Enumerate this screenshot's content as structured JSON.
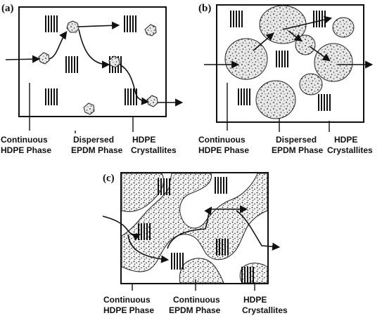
{
  "panels": {
    "a": {
      "tag": "(a)",
      "labels": {
        "continuous_line1": "Continuous",
        "continuous_line2": "HDPE Phase",
        "dispersed_line1": "Dispersed",
        "dispersed_line2": "EPDM Phase",
        "crystallites_line1": "HDPE",
        "crystallites_line2": "Crystallites"
      }
    },
    "b": {
      "tag": "(b)",
      "labels": {
        "continuous_line1": "Continuous",
        "continuous_line2": "HDPE Phase",
        "dispersed_line1": "Dispersed",
        "dispersed_line2": "EPDM Phase",
        "crystallites_line1": "HDPE",
        "crystallites_line2": "Crystallites"
      }
    },
    "c": {
      "tag": "(c)",
      "labels": {
        "continuous_line1": "Continuous",
        "continuous_line2": "HDPE Phase",
        "epdm_line1": "Continuous",
        "epdm_line2": "EPDM Phase",
        "crystallites_line1": "HDPE",
        "crystallites_line2": "Crystallites"
      }
    }
  }
}
